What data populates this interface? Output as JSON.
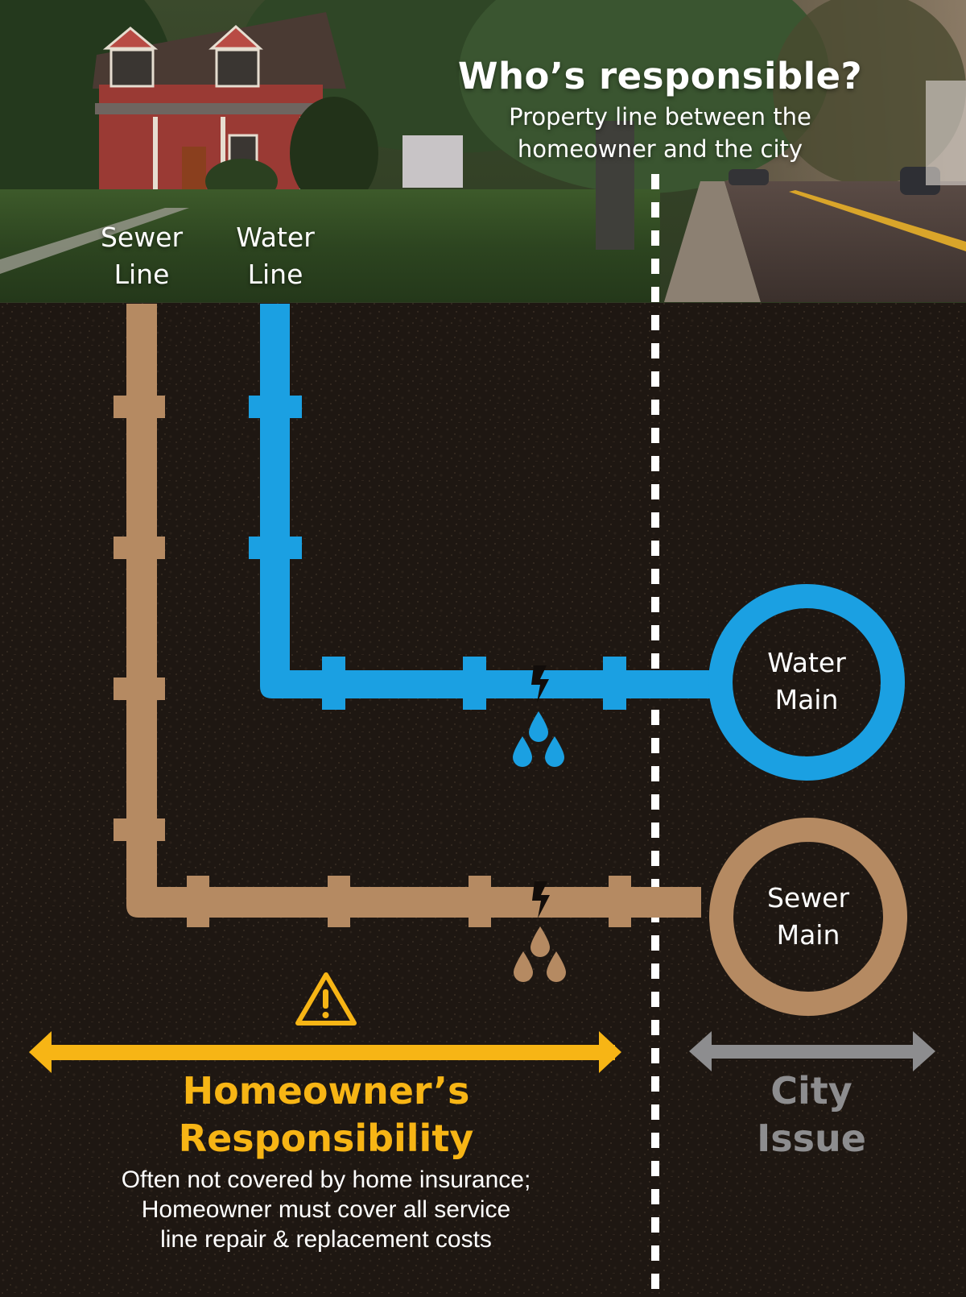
{
  "header": {
    "title": "Who’s responsible?",
    "subtitle_line1": "Property line between the",
    "subtitle_line2": "homeowner and the city"
  },
  "pipes": {
    "sewer_line": {
      "label_line1": "Sewer",
      "label_line2": "Line",
      "color": "#b58a62"
    },
    "water_line": {
      "label_line1": "Water",
      "label_line2": "Line",
      "color": "#1ba0e2"
    }
  },
  "mains": {
    "water_main": {
      "label_line1": "Water",
      "label_line2": "Main",
      "color": "#1ba0e2"
    },
    "sewer_main": {
      "label_line1": "Sewer",
      "label_line2": "Main",
      "color": "#b58a62"
    }
  },
  "homeowner_zone": {
    "heading_line1": "Homeowner’s",
    "heading_line2": "Responsibility",
    "description_line1": "Often not covered by home insurance;",
    "description_line2": "Homeowner must cover all service",
    "description_line3": "line repair & replacement costs",
    "color": "#f7b515",
    "icon": "warning-triangle-icon"
  },
  "city_zone": {
    "heading_line1": "City",
    "heading_line2": "Issue",
    "color": "#8d8d8f"
  },
  "property_line": {
    "style": "dashed",
    "color": "#ffffff"
  },
  "icons": {
    "leak": "lightning-crack-icon",
    "drops": "water-drops-icon"
  }
}
